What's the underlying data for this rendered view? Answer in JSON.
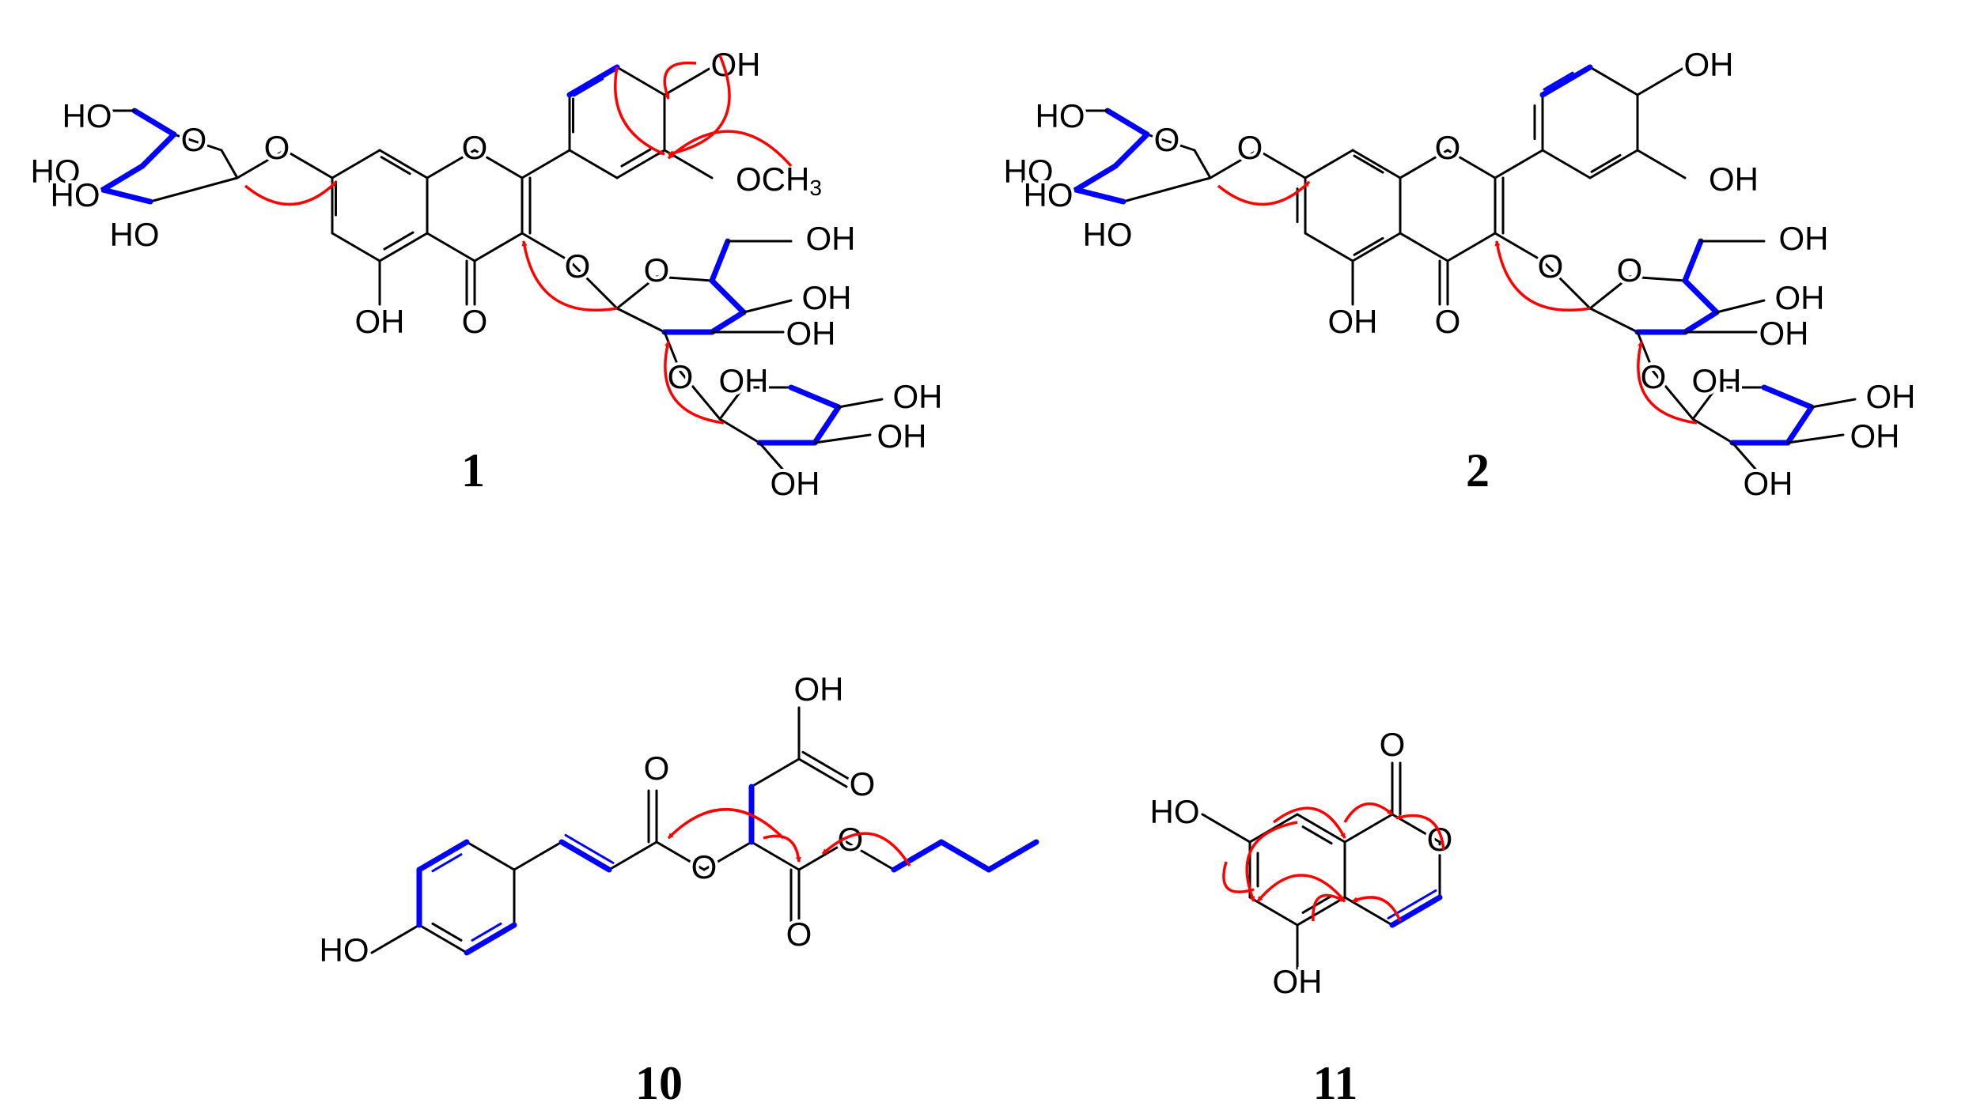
{
  "colors": {
    "bond": "#000000",
    "cosy": "#0000ff",
    "hmbc": "#ff0000",
    "background": "#ffffff"
  },
  "legend_semantics": {
    "blue_bold_bonds": "1H-1H COSY",
    "red_arrows": "key HMBC correlations"
  },
  "compounds": [
    {
      "id": "1",
      "label": "1",
      "atom_labels": [
        "HO",
        "HO",
        "HO",
        "HO",
        "O",
        "O",
        "O",
        "OH",
        "OCH3",
        "OH",
        "O",
        "O",
        "OH",
        "OH",
        "OH",
        "O",
        "O",
        "OH",
        "OH",
        "OH",
        "OH"
      ]
    },
    {
      "id": "2",
      "label": "2",
      "atom_labels": [
        "HO",
        "HO",
        "HO",
        "HO",
        "O",
        "O",
        "O",
        "OH",
        "OH",
        "OH",
        "O",
        "O",
        "OH",
        "OH",
        "OH",
        "O",
        "O",
        "OH",
        "OH",
        "OH",
        "OH"
      ]
    },
    {
      "id": "10",
      "label": "10",
      "atom_labels": [
        "HO",
        "O",
        "O",
        "OH",
        "O",
        "O",
        "O"
      ]
    },
    {
      "id": "11",
      "label": "11",
      "atom_labels": [
        "HO",
        "O",
        "O",
        "OH"
      ]
    }
  ]
}
